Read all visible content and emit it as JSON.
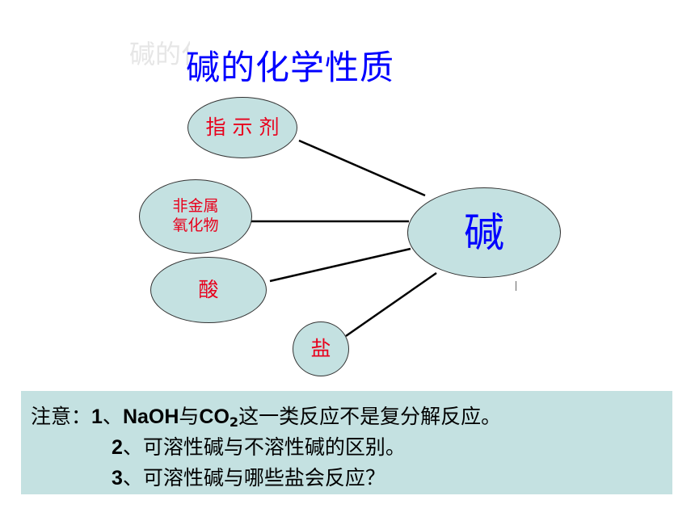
{
  "title": "碱的化学性质",
  "ghost_title": "碱的化学性质",
  "center": {
    "label": "碱"
  },
  "nodes": [
    {
      "id": "indicator",
      "label": "指 示 剂"
    },
    {
      "id": "nonmetal-oxide",
      "label": "非金属\n氧化物"
    },
    {
      "id": "acid",
      "label": "酸"
    },
    {
      "id": "salt",
      "label": "盐"
    }
  ],
  "notes": {
    "prefix": "注意：",
    "line1": {
      "num": "1",
      "sep": "、",
      "formula_a": "NaOH",
      "mid": "与",
      "formula_b": "CO",
      "sub": "2",
      "rest": "这一类反应不是复分解反应。"
    },
    "line2": {
      "num": "2",
      "text": "、可溶性碱与不溶性碱的区别。"
    },
    "line3": {
      "num": "3",
      "text": "、可溶性碱与哪些盐会反应？"
    }
  },
  "colors": {
    "title": "#0000ff",
    "node_text": "#e8001c",
    "node_fill": "#c4e1e1",
    "center_text": "#0000ff"
  }
}
